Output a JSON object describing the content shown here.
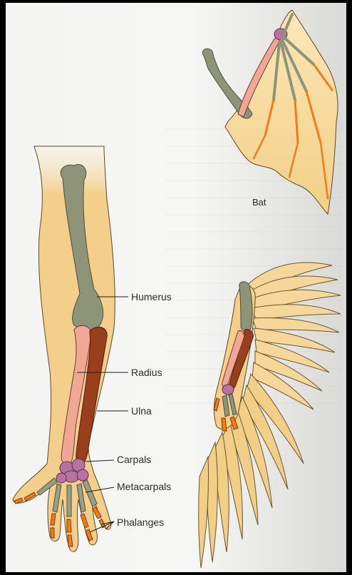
{
  "labels": {
    "bat": "Bat",
    "humerus": "Humerus",
    "radius": "Radius",
    "ulna": "Ulna",
    "carpals": "Carpals",
    "metacarpals": "Metacarpals",
    "phalanges": "Phalanges"
  },
  "colors": {
    "skin": "#f3cf8b",
    "humerus": "#8d9478",
    "radius": "#f0a796",
    "ulna": "#9a3f1c",
    "carpals": "#b7739f",
    "metacarpals": "#98a086",
    "phalanges": "#f47a1a",
    "feathers": "#f5d38e"
  }
}
